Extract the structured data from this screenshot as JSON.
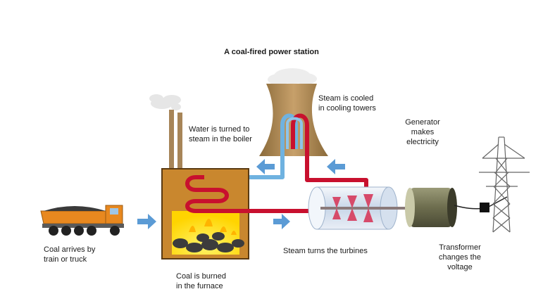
{
  "title": "A coal-fired power station",
  "labels": {
    "cooling": [
      "Steam is cooled",
      "in cooling towers"
    ],
    "boiler": [
      "Water is turned to",
      "steam in the boiler"
    ],
    "generator": [
      "Generator",
      "makes",
      "electricity"
    ],
    "coal": [
      "Coal arrives by",
      "train or truck"
    ],
    "furnace": [
      "Coal is burned",
      "in the furnace"
    ],
    "turbines": [
      "Steam turns the turbines"
    ],
    "transformer": [
      "Transformer",
      "changes the",
      "voltage"
    ]
  },
  "colors": {
    "steam_hot": "#c8102e",
    "steam_cool": "#6fb2e0",
    "flow_arrow": "#5b9bd5",
    "tower": "#b08a52",
    "furnace": "#c9872e",
    "flame": "#ffe100",
    "truck": "#e8881f"
  }
}
